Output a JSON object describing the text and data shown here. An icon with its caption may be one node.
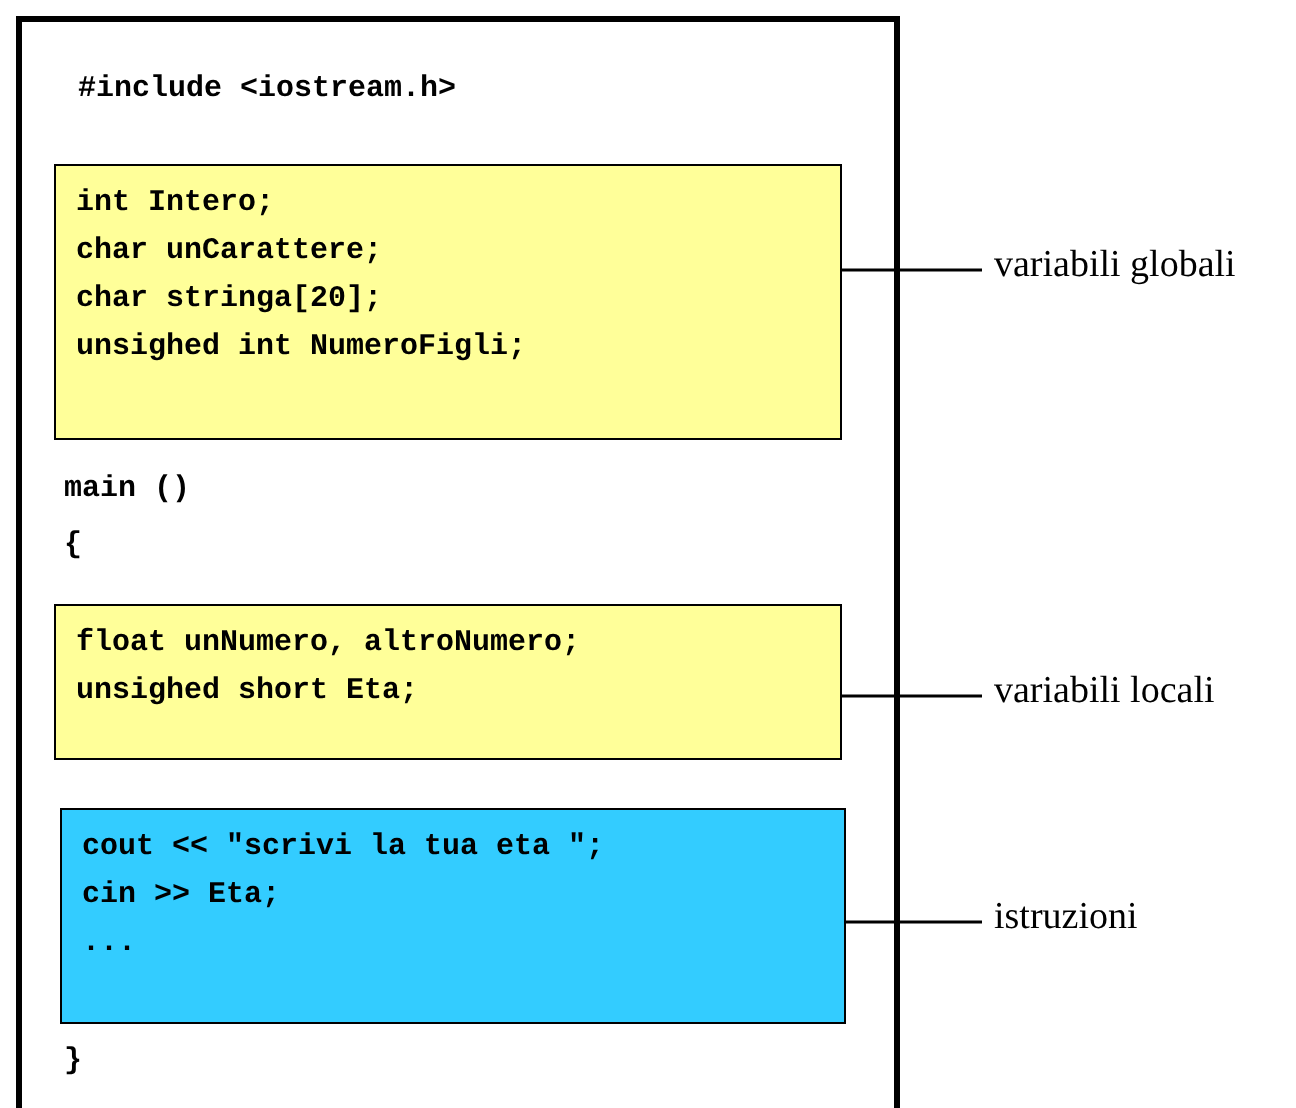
{
  "diagram": {
    "nodes": [
      {
        "text": [
          "#include <iostream.h>",
          "main ()",
          "{",
          "}"
        ]
      },
      {
        "text": [
          "int Intero;",
          "char unCarattere;",
          "char stringa[20];",
          "unsighed int NumeroFigli;"
        ],
        "in": 0
      },
      {
        "text": [
          "float unNumero, altroNumero;",
          "unsighed short Eta;"
        ],
        "in": 0
      },
      {
        "text": [
          "cout << \"scrivi la tua eta \";",
          "cin >> Eta;",
          "..."
        ],
        "in": 0
      },
      {
        "text": [
          "variabili globali"
        ]
      },
      {
        "text": [
          "variabili locali"
        ]
      },
      {
        "text": [
          "istruzioni"
        ]
      }
    ],
    "edges": [
      {
        "from": 4,
        "to": 1,
        "arrow": "none"
      },
      {
        "from": 5,
        "to": 2,
        "arrow": "none"
      },
      {
        "from": 6,
        "to": 3,
        "arrow": "none"
      }
    ]
  }
}
